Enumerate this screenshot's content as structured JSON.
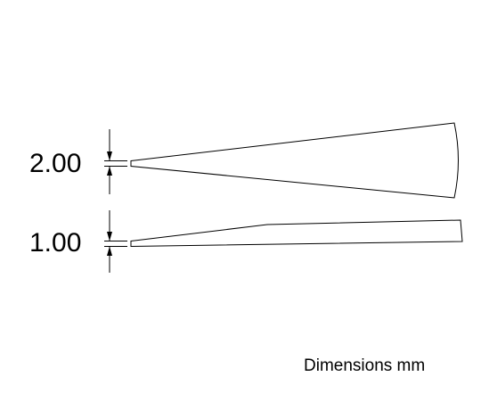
{
  "tips": [
    {
      "dimension_label": "2.00",
      "profile": "straight-taper"
    },
    {
      "dimension_label": "1.00",
      "profile": "stepped-taper"
    }
  ],
  "units_note": "Dimensions mm",
  "colors": {
    "line": "#000000",
    "background": "#ffffff"
  }
}
